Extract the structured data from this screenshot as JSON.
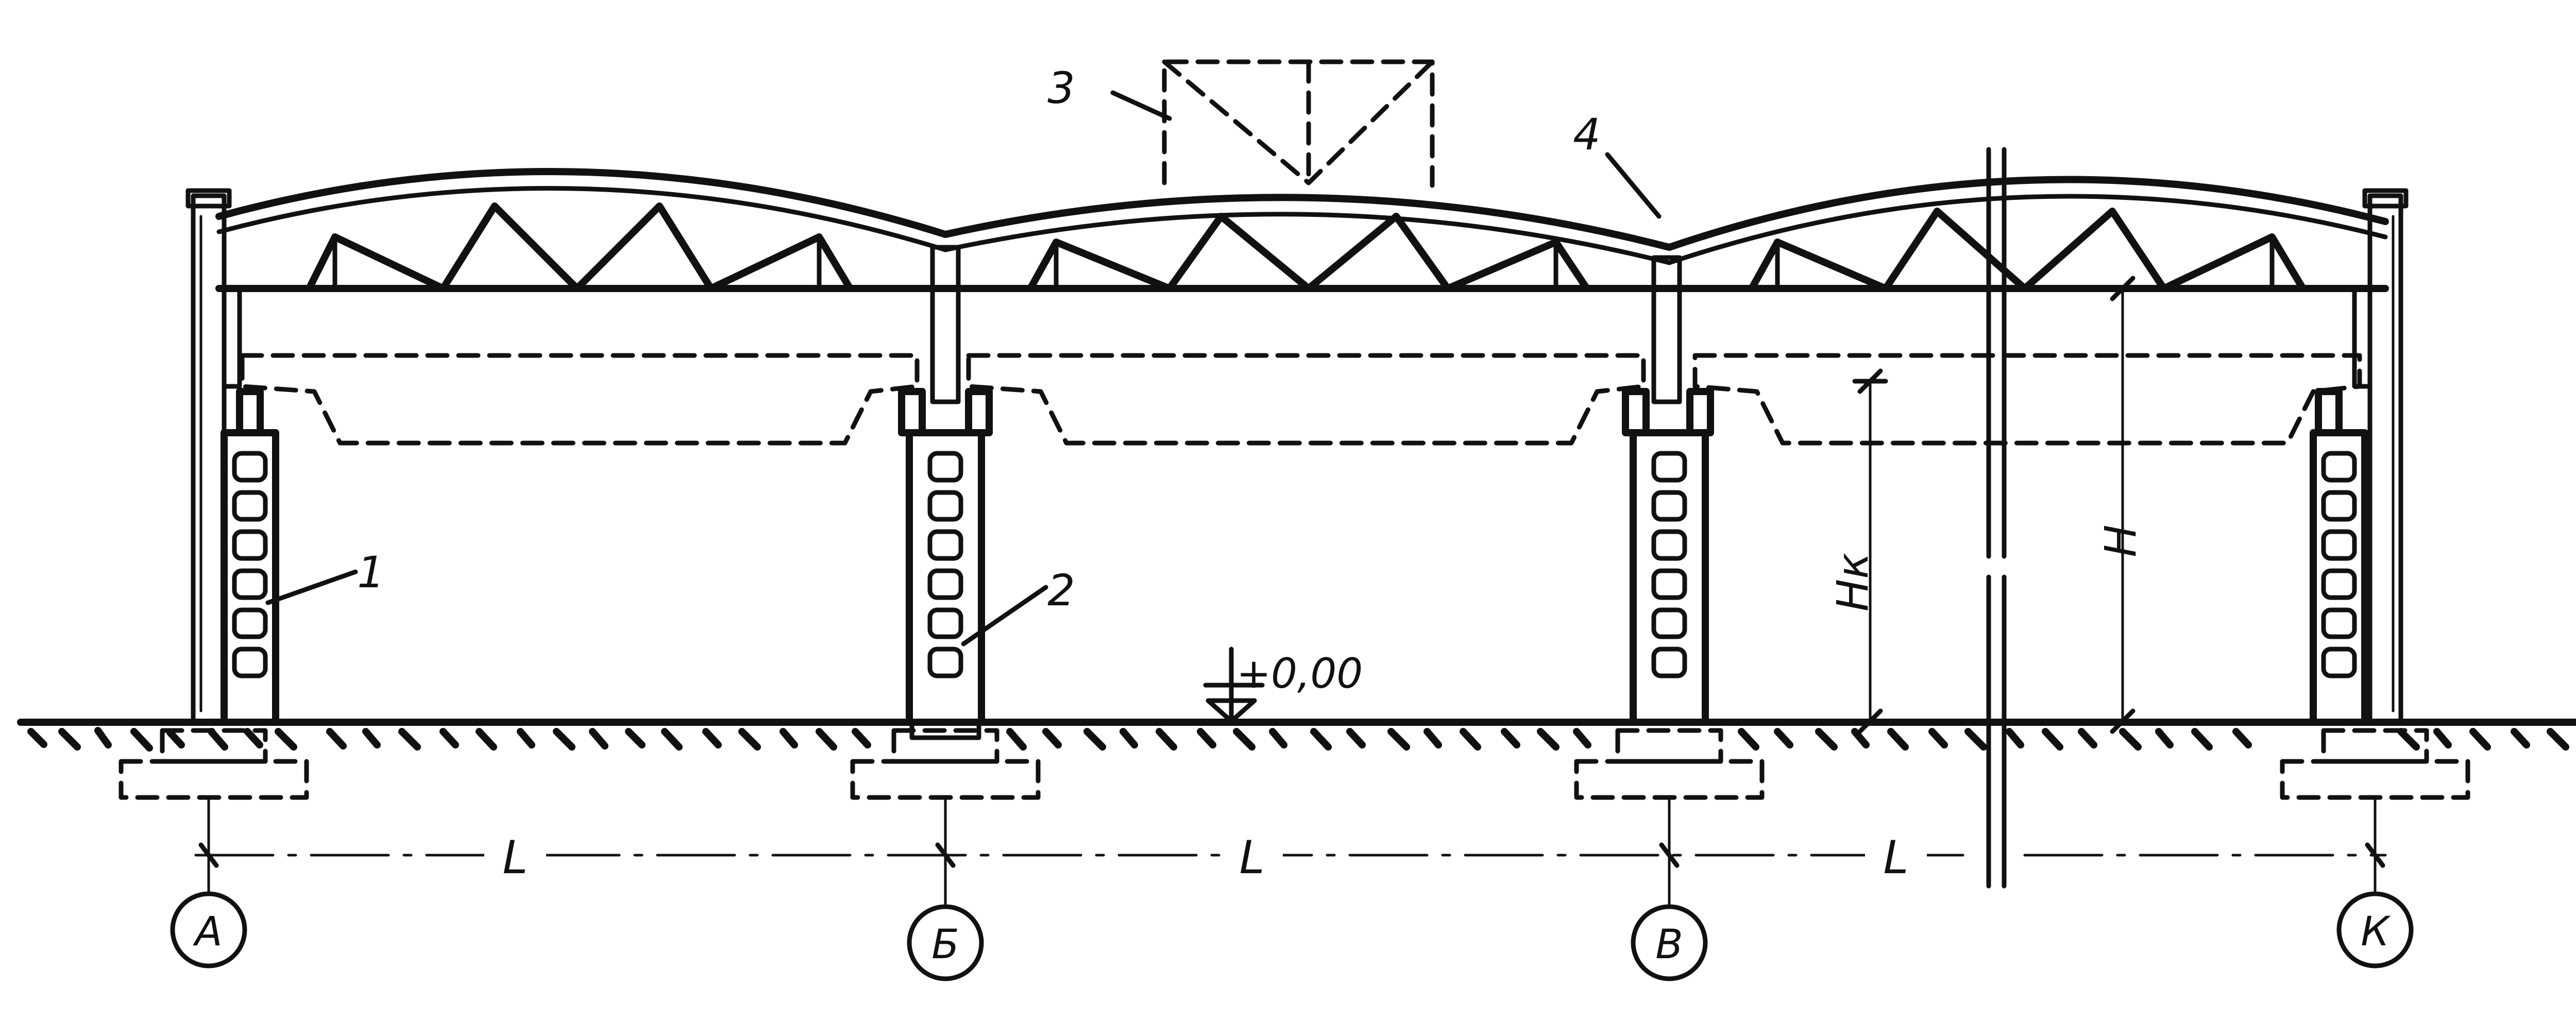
{
  "callouts": {
    "c1": "1",
    "c2": "2",
    "c3": "3",
    "c4": "4"
  },
  "dimensions": {
    "span1": "L",
    "span2": "L",
    "span3": "L",
    "crane_height": "Hк",
    "height": "H"
  },
  "elevation": "+0,00",
  "axes": [
    "А",
    "Б",
    "В",
    "К"
  ],
  "line_color": "#111111"
}
